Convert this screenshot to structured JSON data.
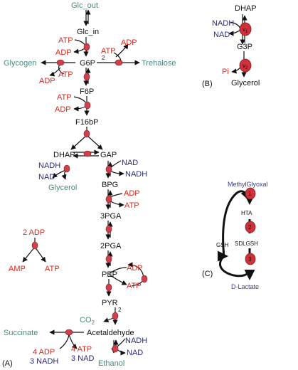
{
  "panel_a": {
    "panel_label": "(A)",
    "metabolites": {
      "glc_out": "Glc_out",
      "glc_in": "Glc_in",
      "g6p": "G6P",
      "f6p": "F6P",
      "f16bp": "F16bP",
      "dhap": "DHAP",
      "gap": "GAP",
      "bpg": "BPG",
      "pga3": "3PGA",
      "pga2": "2PGA",
      "pep": "PEP",
      "pyr": "PYR",
      "acetaldehyde": "Acetaldehyde"
    },
    "external": {
      "glycogen": "Glycogen",
      "trehalose": "Trehalose",
      "glycerol": "Glycerol",
      "co2": "CO",
      "co2_sub": "2",
      "succinate": "Succinate",
      "ethanol": "Ethanol"
    },
    "cofactors": {
      "atp": "ATP",
      "adp": "ADP",
      "nadh": "NADH",
      "nad": "NAD",
      "amp": "AMP",
      "two_adp": "2 ADP",
      "four_adp": "4 ADP",
      "three_nadh": "3 NADH",
      "four_atp": "4 ATP",
      "three_nad": "3 NAD"
    },
    "stoich": {
      "trehalose_two": "2",
      "pyr_two": "2"
    }
  },
  "panel_b": {
    "panel_label": "(B)",
    "dhap": "DHAP",
    "nadh": "NADH",
    "nad": "NAD",
    "g3p": "G3P",
    "pi": "Pi",
    "glycerol": "Glycerol",
    "v1": "v",
    "v1_sub": "1",
    "v2": "v",
    "v2_sub": "2"
  },
  "panel_c": {
    "panel_label": "(C)",
    "methylglyoxal": "MethylGlyoxal",
    "hta": "HTA",
    "sdlgsh": "SDLGSH",
    "d_lactate": "D-Lactate",
    "gsh": "GSH",
    "enzymes": [
      "1",
      "2",
      "3"
    ]
  },
  "colors": {
    "metabolite": "#111111",
    "external": "#4a8a82",
    "cofactor_red": "#d42a20",
    "cofactor_blue": "#2a2a7a",
    "enzyme": "#d1404a",
    "panel_c_label": "#3a3aa0"
  }
}
